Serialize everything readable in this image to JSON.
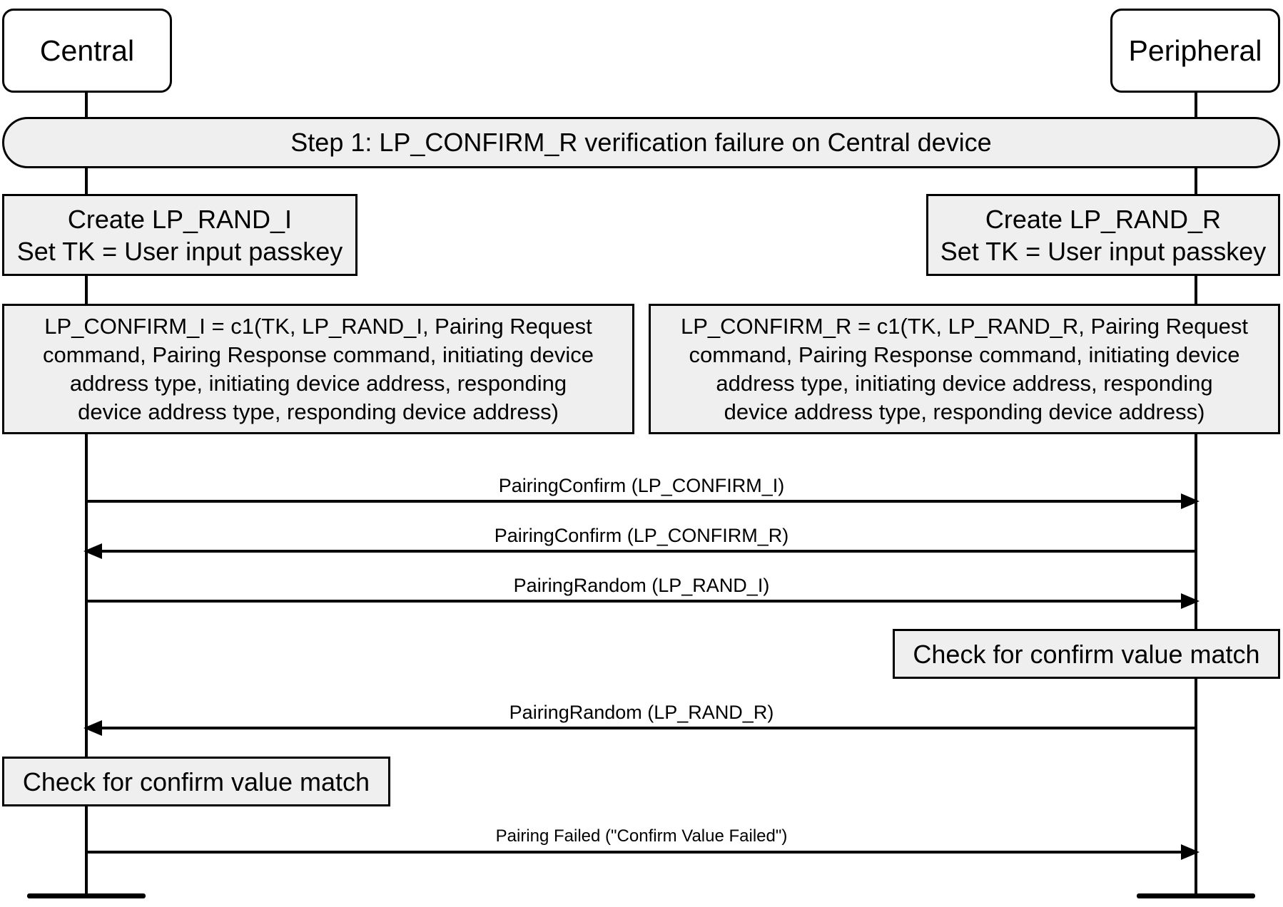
{
  "actors": {
    "central": "Central",
    "peripheral": "Peripheral"
  },
  "step": "Step 1: LP_CONFIRM_R verification failure on Central device",
  "notes": {
    "central_create": [
      "Create LP_RAND_I",
      "Set TK = User input passkey"
    ],
    "peripheral_create": [
      "Create LP_RAND_R",
      "Set TK = User input passkey"
    ],
    "central_confirm": [
      "LP_CONFIRM_I = c1(TK, LP_RAND_I, Pairing Request",
      "command, Pairing Response command, initiating device",
      "address type, initiating device address, responding",
      "device address type, responding device address)"
    ],
    "peripheral_confirm": [
      "LP_CONFIRM_R = c1(TK, LP_RAND_R, Pairing Request",
      "command, Pairing Response command, initiating device",
      "address type, initiating device address, responding",
      "device address type, responding device address)"
    ],
    "peripheral_check": "Check for confirm value match",
    "central_check": "Check for confirm value match"
  },
  "messages": [
    {
      "label": "PairingConfirm (LP_CONFIRM_I)",
      "direction": "central-to-peripheral"
    },
    {
      "label": "PairingConfirm (LP_CONFIRM_R)",
      "direction": "peripheral-to-central"
    },
    {
      "label": "PairingRandom (LP_RAND_I)",
      "direction": "central-to-peripheral"
    },
    {
      "label": "PairingRandom (LP_RAND_R)",
      "direction": "peripheral-to-central"
    },
    {
      "label": "Pairing Failed (\"Confirm Value Failed\")",
      "direction": "central-to-peripheral"
    }
  ]
}
